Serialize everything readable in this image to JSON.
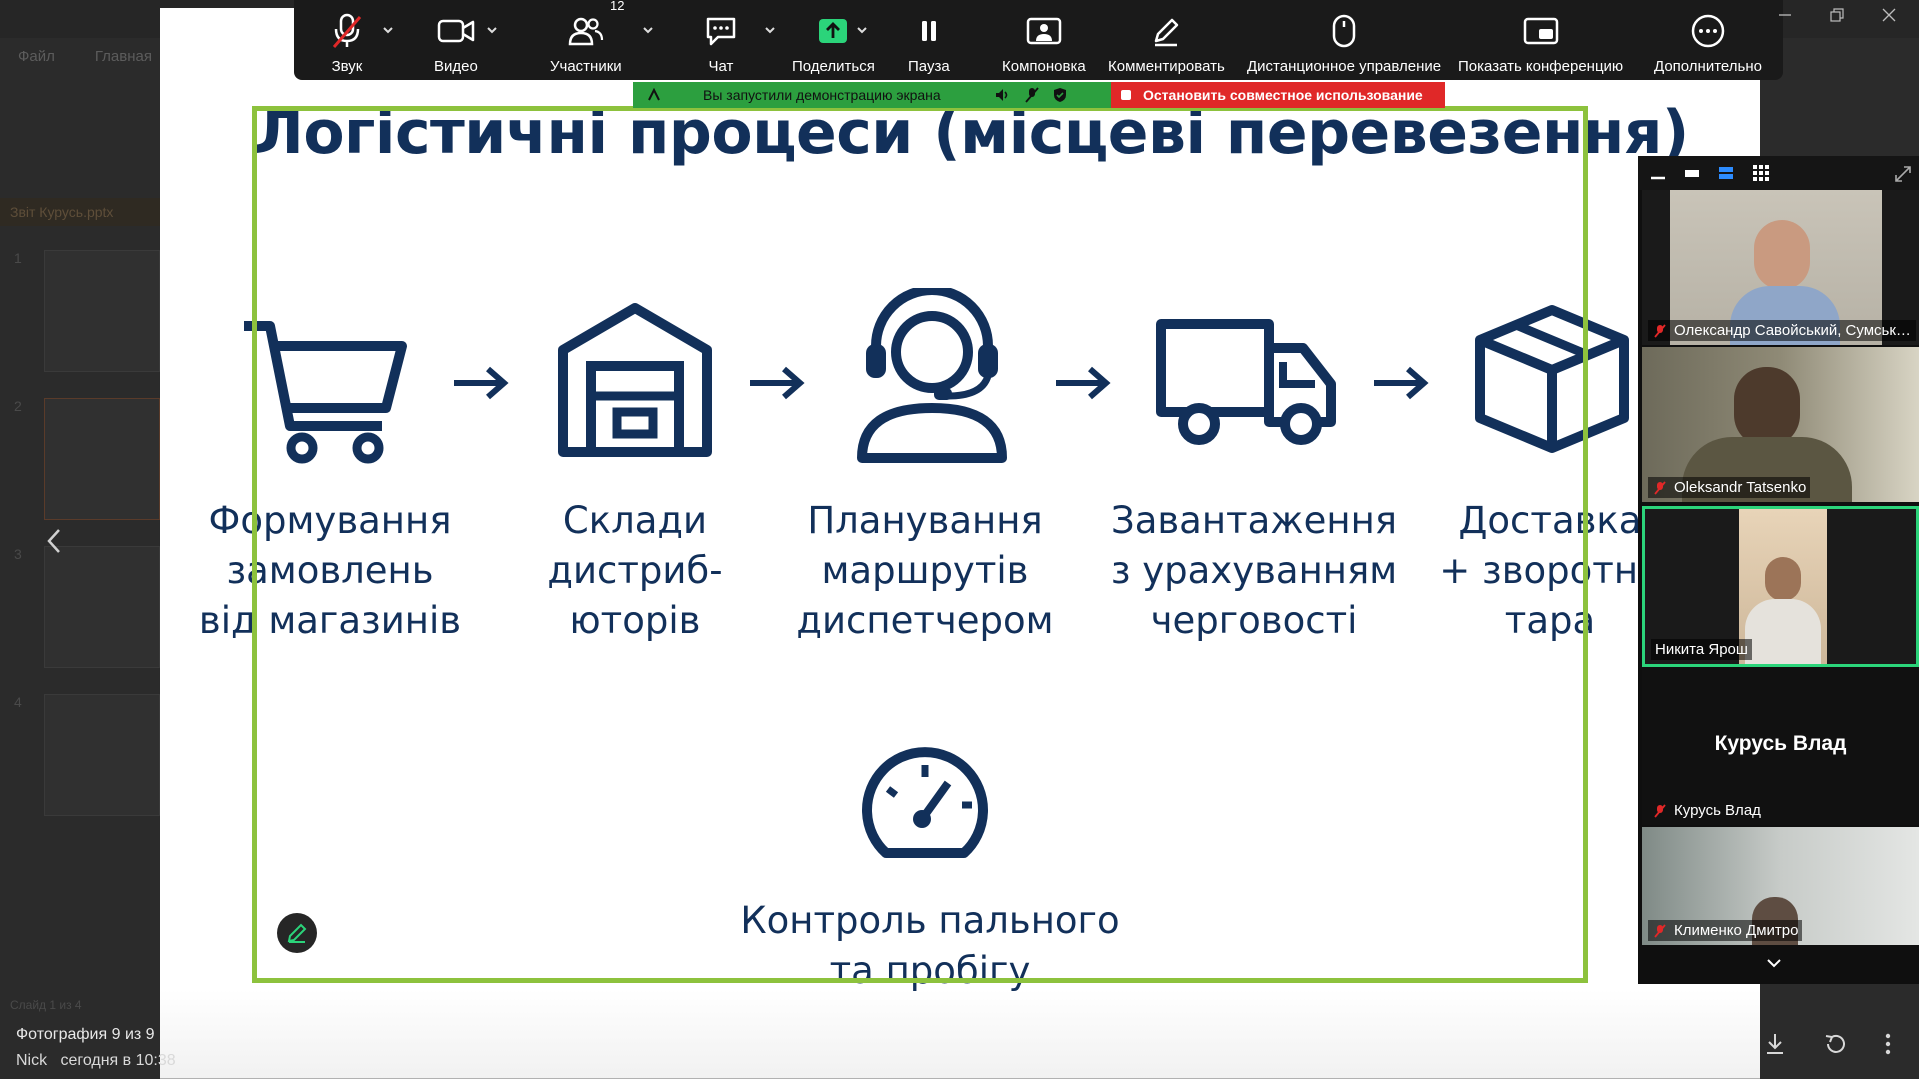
{
  "toolbar": {
    "items": [
      {
        "label": "Звук"
      },
      {
        "label": "Видео"
      },
      {
        "label": "Участники",
        "count": "12"
      },
      {
        "label": "Чат"
      },
      {
        "label": "Поделиться"
      },
      {
        "label": "Пауза"
      },
      {
        "label": "Компоновка"
      },
      {
        "label": "Комментировать"
      },
      {
        "label": "Дистанционное управление"
      },
      {
        "label": "Показать конференцию"
      },
      {
        "label": "Дополнительно"
      }
    ]
  },
  "share_banner": {
    "status": "Вы запустили демонстрацию экрана",
    "stop": "Остановить совместное использование"
  },
  "slide": {
    "title": "Логістичні процеси (місцеві перевезення)",
    "steps": [
      {
        "lines": [
          "Формування",
          "замовлень",
          "від магазинів"
        ],
        "icon": "shopping-cart-icon"
      },
      {
        "lines": [
          "Склади",
          "дистриб-",
          "юторів"
        ],
        "icon": "warehouse-icon"
      },
      {
        "lines": [
          "Планування",
          "маршрутів",
          "диспетчером"
        ],
        "icon": "headset-operator-icon"
      },
      {
        "lines": [
          "Завантаження",
          "з урахуванням",
          "черговості"
        ],
        "icon": "truck-icon"
      },
      {
        "lines": [
          "Доставка",
          "+ зворотна",
          "тара"
        ],
        "icon": "box-icon"
      }
    ],
    "bottom_step": {
      "lines": [
        "Контроль пального",
        "та пробігу"
      ],
      "icon": "speedometer-icon"
    },
    "colors": {
      "text": "#12305a",
      "frame": "#8dc23d"
    }
  },
  "viewer": {
    "caption": "Фотография 9 из 9",
    "sender": "Nick",
    "time": "сегодня в 10:38"
  },
  "participants": [
    {
      "name": "Олександр Савойський, Сумськи...",
      "muted": true
    },
    {
      "name": "Oleksandr Tatsenko",
      "muted": true
    },
    {
      "name": "Никита Ярош",
      "muted": false,
      "active": true
    },
    {
      "name": "Курусь Влад",
      "muted": true,
      "display": "Курусь Влад"
    },
    {
      "name": "Клименко Дмитро",
      "muted": true
    }
  ],
  "background_app": {
    "menu": [
      "Файл",
      "Главная"
    ],
    "file": "Звіт Курусь.pptx",
    "status": "Слайд 1 из 4",
    "thumb_numbers": [
      "1",
      "2",
      "3",
      "4"
    ]
  }
}
